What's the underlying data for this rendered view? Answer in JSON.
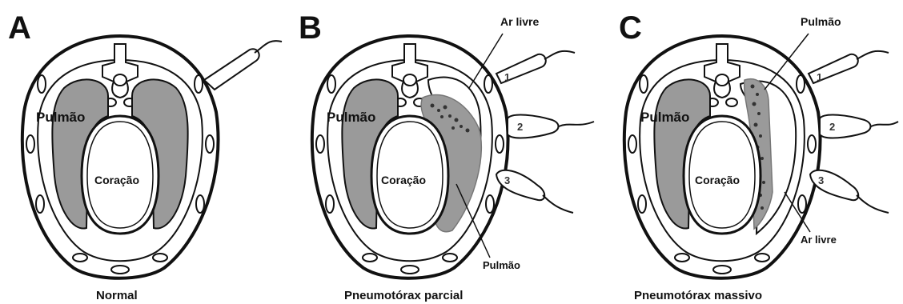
{
  "panels": [
    {
      "letter": "A",
      "caption": "Normal",
      "labels": {
        "lung_left": "Pulmão",
        "heart": "Coração"
      }
    },
    {
      "letter": "B",
      "caption": "Pneumotórax parcial",
      "labels": {
        "lung_left": "Pulmão",
        "heart": "Coração",
        "free_air": "Ar livre",
        "lung_right": "Pulmão"
      },
      "probes": [
        "1",
        "2",
        "3"
      ]
    },
    {
      "letter": "C",
      "caption": "Pneumotórax massivo",
      "labels": {
        "lung_left": "Pulmão",
        "heart": "Coração",
        "lung_right": "Pulmão",
        "free_air": "Ar livre"
      },
      "probes": [
        "1",
        "2",
        "3"
      ]
    }
  ],
  "colors": {
    "lung": "#9a9a9a",
    "outline": "#111111",
    "background": "#ffffff"
  }
}
